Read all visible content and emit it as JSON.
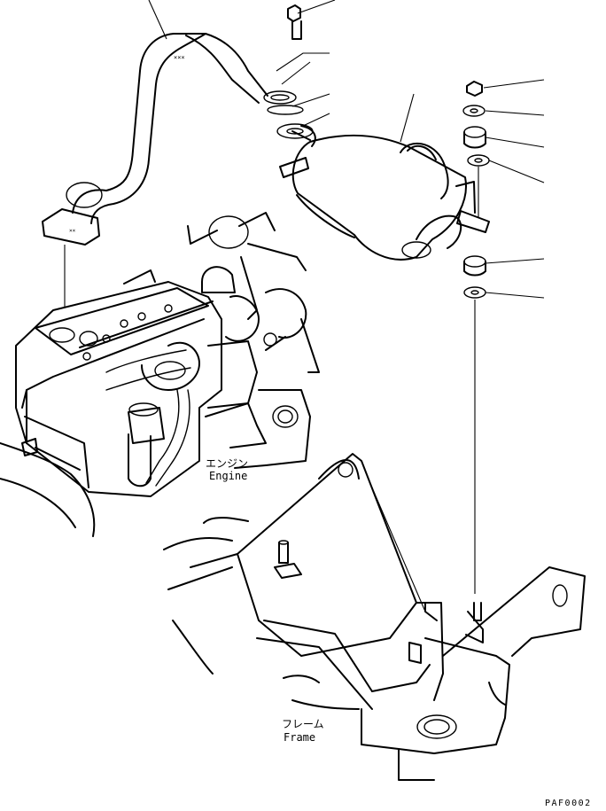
{
  "labels": {
    "engine_jp": "エンジン",
    "engine_en": "Engine",
    "frame_jp": "フレーム",
    "frame_en": "Frame",
    "drawing_code": "PAF0002"
  },
  "parts": [
    {
      "name": "exhaust-pipe"
    },
    {
      "name": "bolt"
    },
    {
      "name": "gasket"
    },
    {
      "name": "muffler"
    },
    {
      "name": "nut"
    },
    {
      "name": "washer"
    },
    {
      "name": "rubber-cushion"
    },
    {
      "name": "washer"
    },
    {
      "name": "rubber-cushion"
    },
    {
      "name": "washer"
    }
  ]
}
